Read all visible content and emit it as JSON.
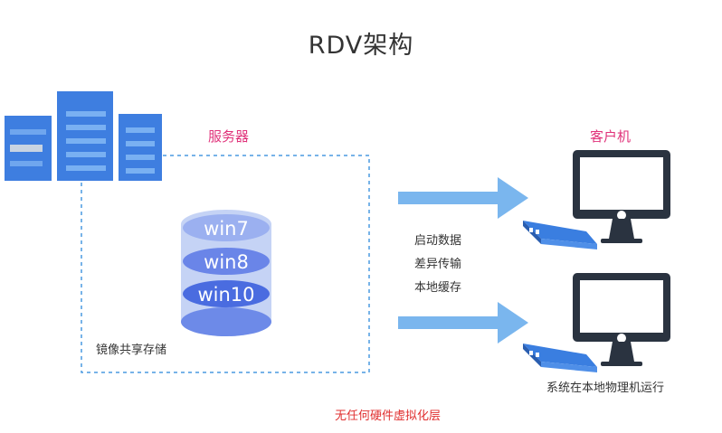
{
  "title": "RDV架构",
  "server": {
    "label": "服务器"
  },
  "storage": {
    "label": "镜像共享存储",
    "images": [
      "win7",
      "win8",
      "win10"
    ]
  },
  "transfer": {
    "lines": [
      "启动数据",
      "差异传输",
      "本地缓存"
    ]
  },
  "client": {
    "label": "客户机",
    "note": "系统在本地物理机运行"
  },
  "footnote": "无任何硬件虚拟化层",
  "colors": {
    "accent_pink": "#e0327a",
    "accent_red": "#e03030",
    "server_blue": "#3e7ee0",
    "arrow_blue": "#7ab6ee",
    "monitor_dark": "#2a3340"
  }
}
